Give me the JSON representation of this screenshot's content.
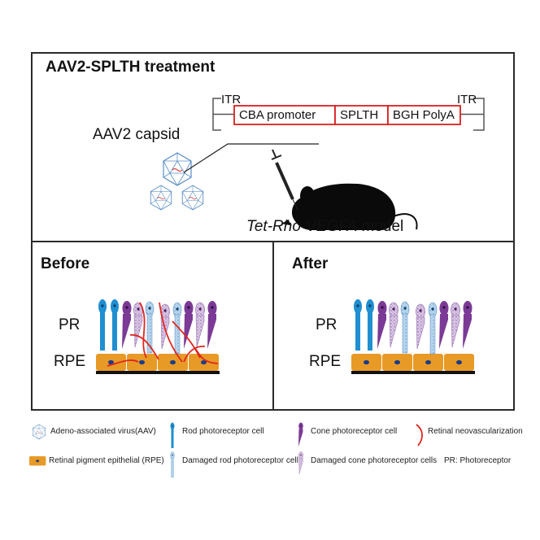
{
  "treatment": {
    "title": "AAV2-SPLTH treatment",
    "itr_left": "ITR",
    "itr_right": "ITR",
    "cassette": [
      "CBA promoter",
      "SPLTH",
      "BGH PolyA"
    ],
    "capsid_label": "AAV2 capsid",
    "model_italic": "Tet-Rho-VEGFA",
    "model_suffix": " model"
  },
  "before": {
    "title": "Before",
    "pr_label": "PR",
    "rpe_label": "RPE"
  },
  "after": {
    "title": "After",
    "pr_label": "PR",
    "rpe_label": "RPE"
  },
  "legend": {
    "aav": "Adeno-associated virus(AAV)",
    "rod": "Rod photoreceptor cell",
    "cone": "Cone photoreceptor cell",
    "neo": "Retinal neovascularization",
    "rpe": "Retinal pigment epithelial (RPE)",
    "damaged_rod": "Damaged rod photoreceptor cell",
    "damaged_cone": "Damaged cone photoreceptor cells",
    "pr": "PR: Photoreceptor"
  },
  "colors": {
    "rod": "#1f8fd1",
    "cone": "#7b3a96",
    "damaged": "#c9b2d6",
    "damaged_rod": "#a8cde8",
    "rpe": "#e89a26",
    "vessel": "#e0261f",
    "cassette_border": "#d92020",
    "capsid": "#5a8ec8"
  }
}
